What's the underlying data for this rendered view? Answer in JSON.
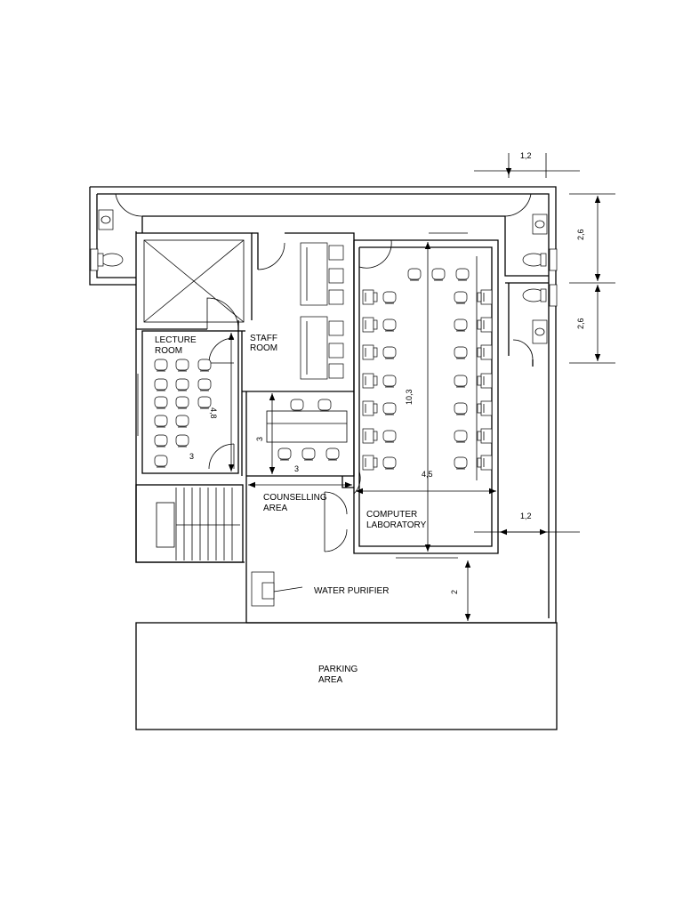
{
  "rooms": {
    "lecture": [
      "LECTURE",
      "ROOM"
    ],
    "staff": [
      "STAFF",
      "ROOM"
    ],
    "counselling": [
      "COUNSELLING",
      "AREA"
    ],
    "computer_lab": [
      "COMPUTER",
      "LABORATORY"
    ],
    "water_purifier": "WATER PURIFIER",
    "parking": [
      "PARKING",
      "AREA"
    ]
  },
  "dimensions": {
    "top_width": "1,2",
    "toilet_upper": "2,6",
    "toilet_lower": "2,6",
    "lecture_depth": "4,8",
    "lecture_width": "3",
    "counselling_depth": "3",
    "counselling_width": "3",
    "lab_length": "10,3",
    "lab_width": "4,5",
    "side_passage": "1,2",
    "front_gap": "2"
  }
}
